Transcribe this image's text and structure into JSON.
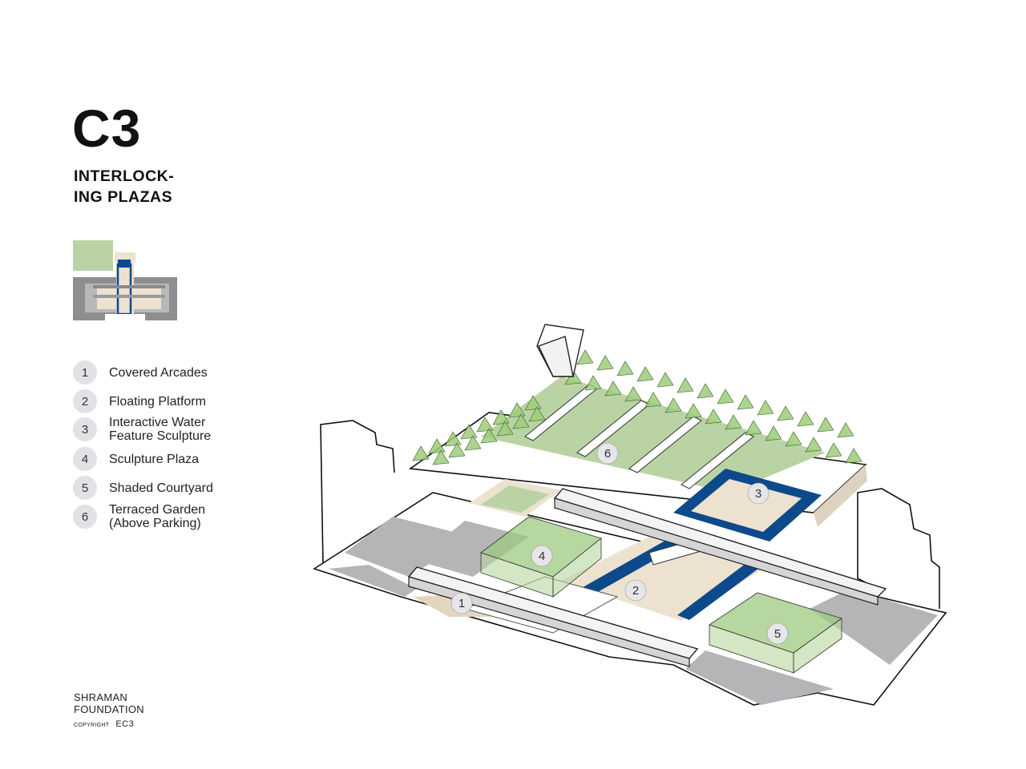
{
  "header": {
    "code": "C3",
    "title_line1": "INTERLOCK-",
    "title_line2": "ING PLAZAS"
  },
  "legend": {
    "items": [
      {
        "number": "1",
        "line1": "Covered Arcades",
        "line2": ""
      },
      {
        "number": "2",
        "line1": "Floating Platform",
        "line2": ""
      },
      {
        "number": "3",
        "line1": "Interactive Water",
        "line2": "Feature Sculpture"
      },
      {
        "number": "4",
        "line1": "Sculpture Plaza",
        "line2": ""
      },
      {
        "number": "5",
        "line1": "Shaded Courtyard",
        "line2": ""
      },
      {
        "number": "6",
        "line1": "Terraced Garden",
        "line2": "(Above Parking)"
      }
    ]
  },
  "diagram": {
    "markers": [
      "1",
      "2",
      "3",
      "4",
      "5",
      "6"
    ]
  },
  "footer": {
    "org_line1": "SHRAMAN",
    "org_line2": "FOUNDATION",
    "copyright_label": "COPYRIGHT",
    "copyright_mark": "EC3"
  },
  "colors": {
    "garden_green": "#b9d3a5",
    "dark_green": "#8fbf7a",
    "water_blue": "#0d4a8c",
    "plaza_beige": "#ece2cf",
    "paving_gray": "#b5b5b7",
    "marker_fill": "#e6e6ea"
  }
}
